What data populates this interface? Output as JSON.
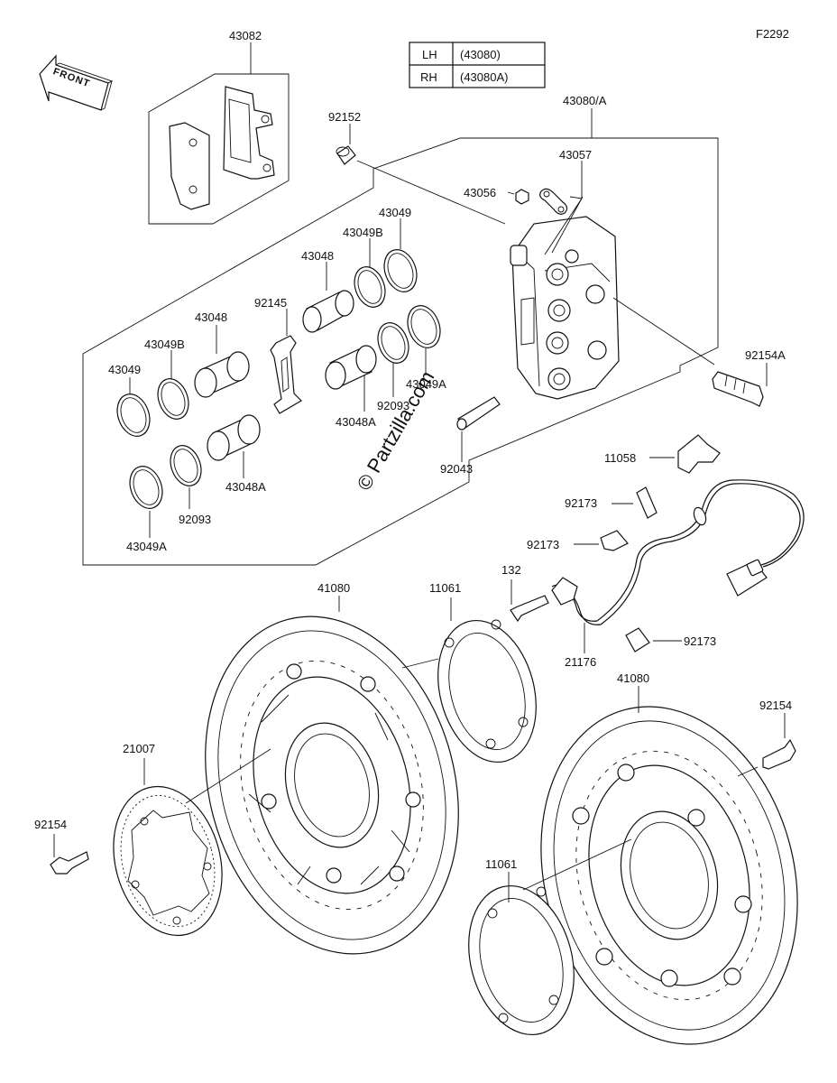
{
  "figure_code": "F2292",
  "front_label": "FRONT",
  "watermark": "© Partzilla.com",
  "variant_table": [
    {
      "side": "LH",
      "part": "(43080)"
    },
    {
      "side": "RH",
      "part": "(43080A)"
    }
  ],
  "labels": {
    "l43082": "43082",
    "l92152": "92152",
    "l43080a": "43080/A",
    "l43057": "43057",
    "l43056": "43056",
    "l43049_top": "43049",
    "l43049b_top": "43049B",
    "l43048_top": "43048",
    "l92145": "92145",
    "l43048_left": "43048",
    "l43049b_left": "43049B",
    "l43049_left": "43049",
    "l92093_right": "92093",
    "l43049a_right": "43049A",
    "l43048a_right": "43048A",
    "l92043": "92043",
    "l43048a_left": "43048A",
    "l92093_left": "92093",
    "l43049a_left": "43049A",
    "l92154a": "92154A",
    "l11058": "11058",
    "l92173_a": "92173",
    "l92173_b": "92173",
    "l132": "132",
    "l92173_c": "92173",
    "l21176": "21176",
    "l41080_left": "41080",
    "l11061_top": "11061",
    "l41080_right": "41080",
    "l92154_right": "92154",
    "l21007": "21007",
    "l92154_left": "92154",
    "l11061_bottom": "11061"
  }
}
